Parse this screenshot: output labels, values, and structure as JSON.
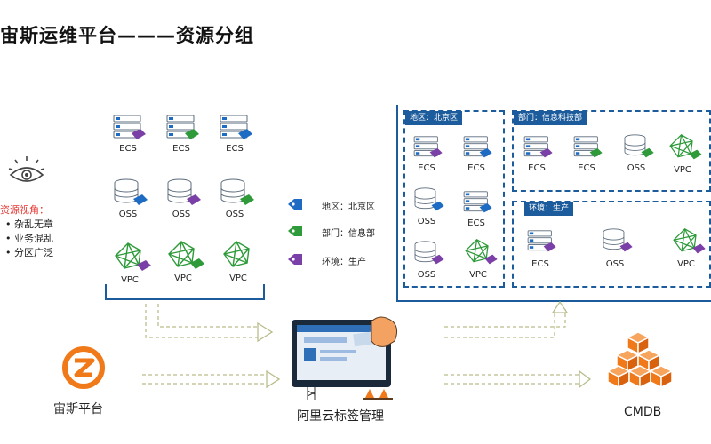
{
  "header": {
    "title": "宙斯运维平台———资源分组"
  },
  "perspective": {
    "title": "资源视角：",
    "items": [
      "杂乱无章",
      "业务混乱",
      "分区广泛"
    ]
  },
  "left_grid": {
    "row1": [
      "ECS",
      "ECS",
      "ECS"
    ],
    "row2": [
      "OSS",
      "OSS",
      "OSS"
    ],
    "row3": [
      "VPC",
      "VPC",
      "VPC"
    ]
  },
  "legend": {
    "items": [
      {
        "label": "地区：北京区",
        "color": "#1e6bc4"
      },
      {
        "label": "部门：信息部",
        "color": "#2e9a3a"
      },
      {
        "label": "环境：生产",
        "color": "#7b3fa8"
      }
    ]
  },
  "groups": {
    "region": {
      "tag": "地区：北京区",
      "labels": [
        "ECS",
        "ECS",
        "OSS",
        "ECS",
        "OSS",
        "VPC"
      ]
    },
    "department": {
      "tag": "部门：信息科技部",
      "labels": [
        "ECS",
        "ECS",
        "OSS",
        "VPC"
      ]
    },
    "environment": {
      "tag": "环境：生产",
      "labels": [
        "ECS",
        "OSS",
        "VPC"
      ]
    }
  },
  "bottom": {
    "zeus": "宙斯平台",
    "aliyun": "阿里云标签管理",
    "cmdb": "CMDB"
  },
  "colors": {
    "blue_tag": "#1e6bc4",
    "green_tag": "#2e9a3a",
    "purple_tag": "#7b3fa8",
    "frame": "#1c5c9c",
    "orange": "#f07a1a",
    "alert_red": "#e53935"
  }
}
